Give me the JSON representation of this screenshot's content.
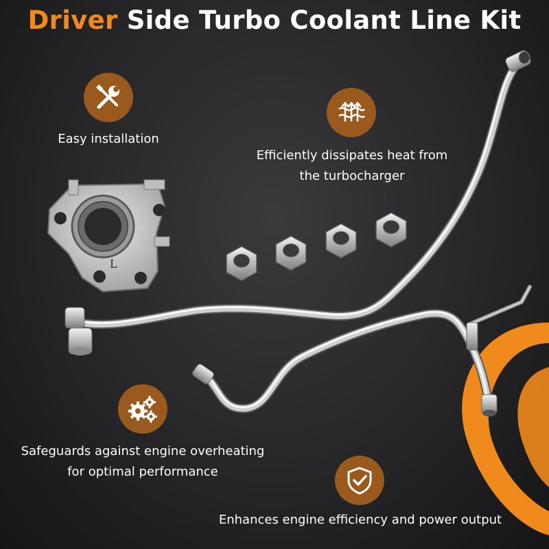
{
  "title": {
    "accent": "Driver",
    "rest": "Side Turbo Coolant Line Kit"
  },
  "colors": {
    "accent": "#f08a1c",
    "icon_bg": "#9a5a1e",
    "text": "#ffffff",
    "background": "#262628"
  },
  "features": [
    {
      "icon": "tools-icon",
      "lines": [
        "Easy installation"
      ]
    },
    {
      "icon": "heat-dissipation-icon",
      "lines": [
        "Efficiently dissipates heat from",
        "the turbocharger"
      ]
    },
    {
      "icon": "gears-icon",
      "lines": [
        "Safeguards against engine overheating",
        "for optimal performance"
      ]
    },
    {
      "icon": "shield-check-icon",
      "lines": [
        "Enhances engine efficiency and power output"
      ]
    }
  ],
  "gasket": {
    "marking": "L"
  }
}
